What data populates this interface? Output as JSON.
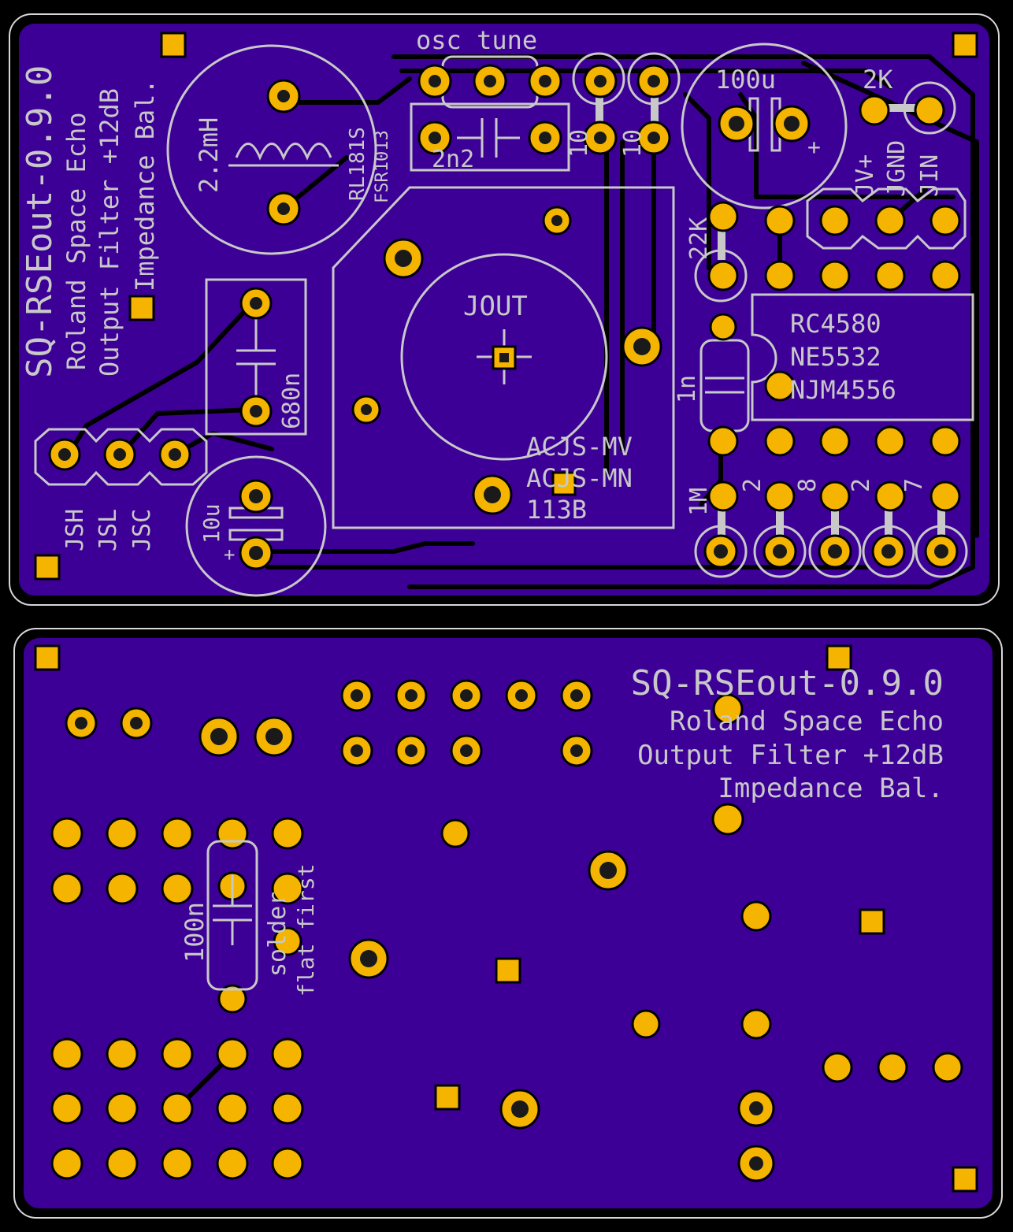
{
  "colors": {
    "board": "#3c0096",
    "silk": "#c8c8c8",
    "pad": "#f5b400",
    "trace": "#000000"
  },
  "top": {
    "title": "SQ-RSEout-0.9.0",
    "desc1": "Roland Space Echo",
    "desc2": "Output Filter +12dB",
    "desc3": "Impedance Bal.",
    "osc": "osc tune",
    "inductor": "2.2mH",
    "inductor_part1": "RL181S",
    "inductor_part2": "FSR1013",
    "cap_2n2": "2n2",
    "r10a": "10",
    "r10b": "10",
    "cap_100u": "100u",
    "res_2k": "2K",
    "res_22k": "22K",
    "cap_680n": "680n",
    "cap_10u": "10u",
    "plus": "+",
    "jout": "JOUT",
    "jack1": "ACJS-MV",
    "jack2": "ACJS-MN",
    "jack3": "113B",
    "ic1": "RC4580",
    "ic2": "NE5532",
    "ic3": "NJM4556",
    "cap_1n": "1n",
    "jv": "JV+",
    "jgnd": "JGND",
    "jin": "JIN",
    "jsh": "JSH",
    "jsl": "JSL",
    "jsc": "JSC",
    "r1m": "1M",
    "r_a": "2",
    "r_b": "8",
    "r_c": "2",
    "r_d": "7"
  },
  "bottom": {
    "title": "SQ-RSEout-0.9.0",
    "desc1": "Roland Space Echo",
    "desc2": "Output Filter +12dB",
    "desc3": "Impedance Bal.",
    "cap": "100n",
    "note1": "solder",
    "note2": "flat first"
  }
}
